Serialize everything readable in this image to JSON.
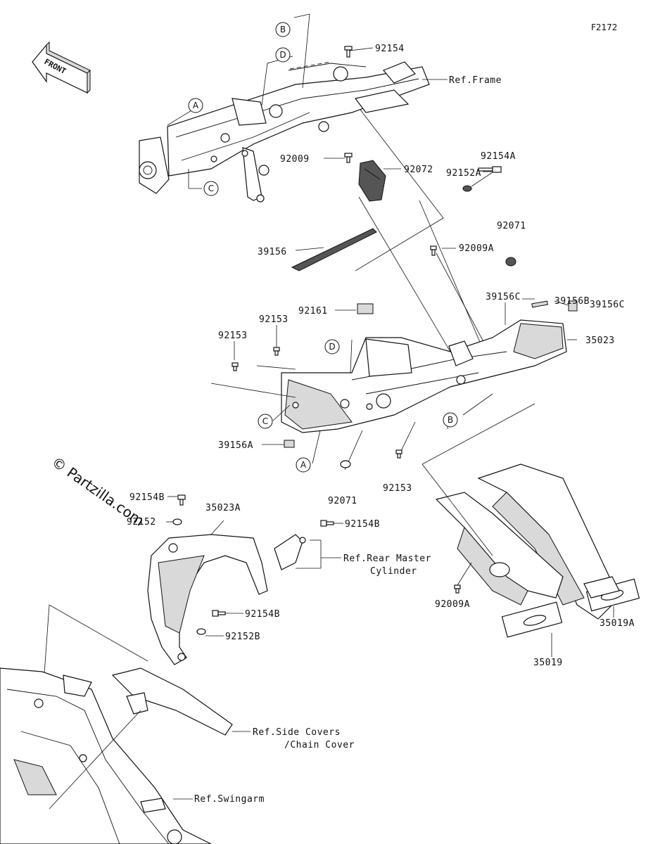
{
  "figure_id": "F2172",
  "front_arrow": "FRONT",
  "watermark": "© Partzilla.com",
  "part_labels": {
    "p92154": "92154",
    "p92009": "92009",
    "p92072": "92072",
    "p92154A": "92154A",
    "p92152A": "92152A",
    "p39156": "39156",
    "p92009A_top": "92009A",
    "p92071_top": "92071",
    "p39156B": "39156B",
    "p39156C_left": "39156C",
    "p39156C_right": "39156C",
    "p35023": "35023",
    "p92161": "92161",
    "p92153_a": "92153",
    "p92153_b": "92153",
    "p92153_c": "92153",
    "p39156A": "39156A",
    "p92071_bottom": "92071",
    "p92154B_a": "92154B",
    "p92152_a": "92152",
    "p35023A": "35023A",
    "p92154B_b": "92154B",
    "p92154B_c": "92154B",
    "p92152B": "92152B",
    "p92009A_bottom": "92009A",
    "p35019A": "35019A",
    "p35019": "35019"
  },
  "references": {
    "frame": "Ref.Frame",
    "rear_master_line1": "Ref.Rear Master",
    "rear_master_line2": "Cylinder",
    "side_covers_line1": "Ref.Side Covers",
    "side_covers_line2": "/Chain Cover",
    "swingarm": "Ref.Swingarm"
  },
  "callouts": {
    "a_top": "A",
    "b_top": "B",
    "c_top": "C",
    "d_top": "D",
    "a_bottom": "A",
    "b_bottom": "B",
    "c_bottom": "C",
    "d_bottom": "D"
  }
}
